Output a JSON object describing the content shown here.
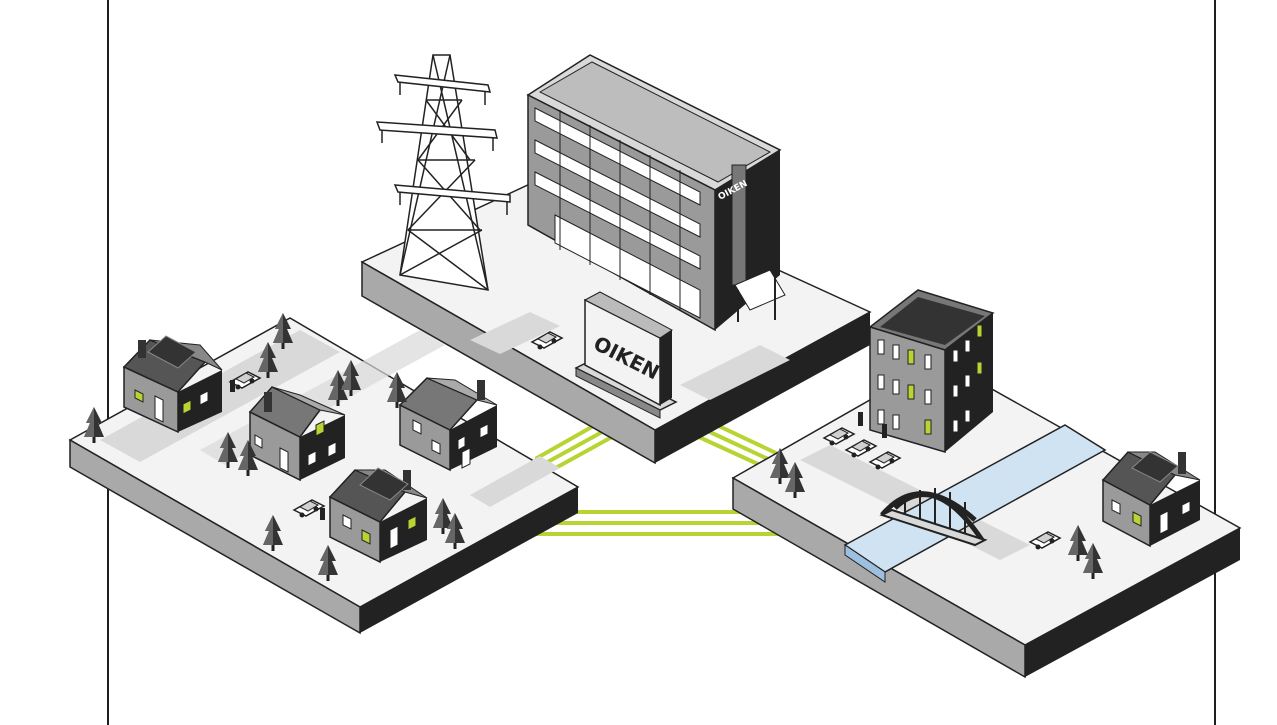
{
  "brand": {
    "name": "OIKEN",
    "sign_text": "OIKEN",
    "facade_text": "OIKEN"
  },
  "colors": {
    "accent": "#b7d433",
    "dark": "#222222",
    "mid": "#8a8a8a",
    "light": "#d9d9d9",
    "ground": "#f3f3f3",
    "water": "#cfe3f3",
    "white": "#ffffff"
  },
  "icons": [
    "transmission-tower-icon",
    "office-building-icon",
    "house-icon",
    "apartment-building-icon",
    "car-icon",
    "tree-icon",
    "bridge-icon",
    "solar-panel-icon",
    "ev-charger-icon",
    "river-icon",
    "power-line-icon"
  ]
}
